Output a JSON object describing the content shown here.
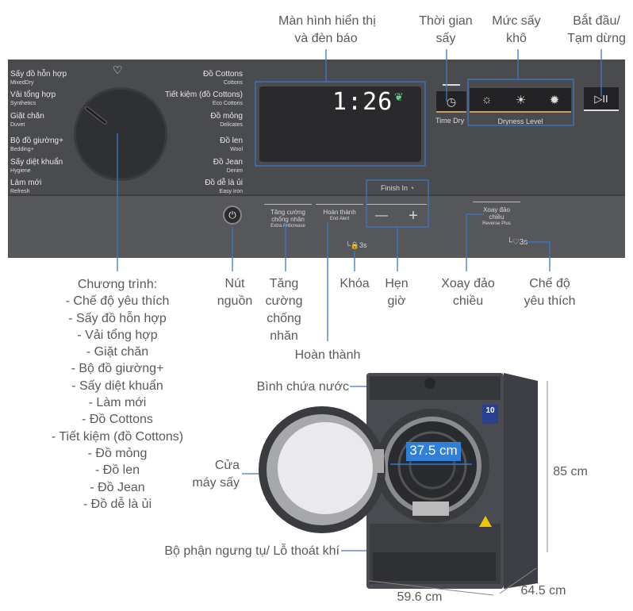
{
  "top_labels": {
    "display": [
      "Màn hình hiển thị",
      "và đèn báo"
    ],
    "time_dry": [
      "Thời gian",
      "sấy"
    ],
    "dryness": [
      "Mức sấy",
      "khô"
    ],
    "start": [
      "Bắt đầu/",
      "Tạm dừng"
    ]
  },
  "panel": {
    "left_programs": [
      {
        "vi": "Sấy đồ hỗn hợp",
        "en": "MixedDry"
      },
      {
        "vi": "Vải tổng hợp",
        "en": "Synthetics"
      },
      {
        "vi": "Giặt chăn",
        "en": "Duvet"
      },
      {
        "vi": "Bộ đồ giường+",
        "en": "Bedding+"
      },
      {
        "vi": "Sấy diệt khuẩn",
        "en": "Hygiene"
      },
      {
        "vi": "Làm mới",
        "en": "Refresh"
      }
    ],
    "right_programs": [
      {
        "vi": "Đồ Cottons",
        "en": "Cottons"
      },
      {
        "vi": "Tiết kiệm (đồ Cottons)",
        "en": "Eco Cottons"
      },
      {
        "vi": "Đồ mỏng",
        "en": "Delicates"
      },
      {
        "vi": "Đồ len",
        "en": "Wool"
      },
      {
        "vi": "Đồ Jean",
        "en": "Denim"
      },
      {
        "vi": "Đồ dễ là ủi",
        "en": "Easy Iron"
      }
    ],
    "display_time": "1:26",
    "time_dry": "Time Dry",
    "dryness_level": "Dryness Level",
    "finish_in": "Finish In",
    "minus": "—",
    "plus": "+",
    "anticrease": [
      "Tăng cường",
      "chống nhăn",
      "Extra Anticrease"
    ],
    "end_alert": [
      "Hoàn thành",
      "End Alert"
    ],
    "reverse": [
      "Xoay đảo",
      "chiều",
      "Reverse Plus"
    ],
    "lock_hold": "3s",
    "fav_hold": "3s"
  },
  "bottom_labels": {
    "power": [
      "Nút",
      "nguồn"
    ],
    "anticrease": [
      "Tăng",
      "cường",
      "chống",
      "nhăn"
    ],
    "lock": "Khóa",
    "timer": [
      "Hẹn",
      "giờ"
    ],
    "reverse": [
      "Xoay đảo",
      "chiều"
    ],
    "favorite": [
      "Chế độ",
      "yêu thích"
    ],
    "end_alert": "Hoàn thành"
  },
  "programs": {
    "title": "Chương trình:",
    "items": [
      "- Chế độ yêu thích",
      "- Sấy đồ hỗn hợp",
      "- Vải tổng hợp",
      "- Giặt chăn",
      "- Bộ đồ giường+",
      "- Sấy diệt khuẩn",
      "- Làm mới",
      "- Đồ Cottons",
      "- Tiết kiệm (đồ Cottons)",
      "- Đồ mỏng",
      "- Đồ len",
      "- Đồ Jean",
      "- Đồ dễ là ủi"
    ]
  },
  "dryer": {
    "water_tank": "Bình chứa nước",
    "door": [
      "Cửa",
      "máy sấy"
    ],
    "condenser": "Bộ phận ngưng tụ/ Lỗ thoát khí",
    "drum_diameter": "37.5 cm",
    "height": "85 cm",
    "width": "59.6 cm",
    "depth": "64.5 cm",
    "energy_badge": "10"
  },
  "colors": {
    "callout": "#3a78c9",
    "panel": "#4a4b4f",
    "display_green": "#5fd28a",
    "dimension_box": "#2f80d9"
  }
}
